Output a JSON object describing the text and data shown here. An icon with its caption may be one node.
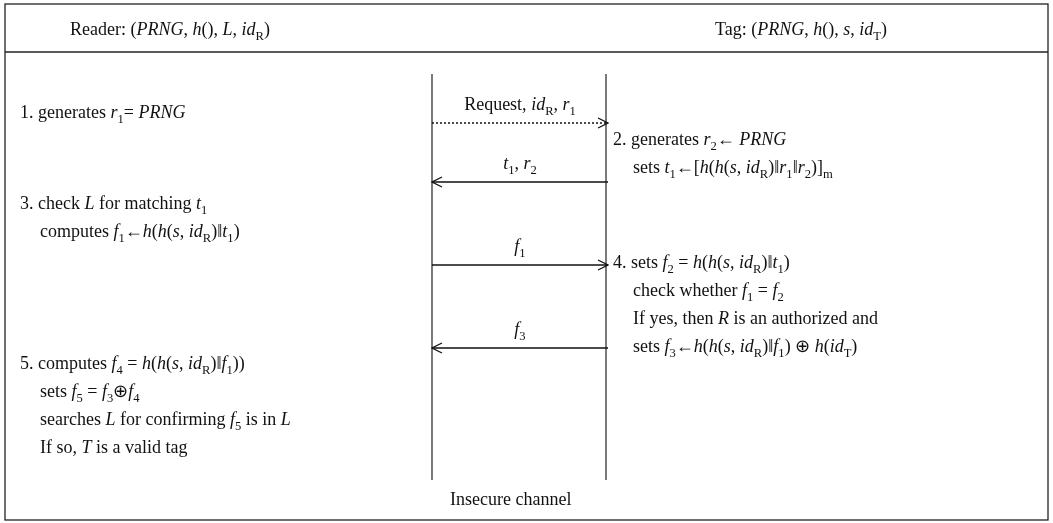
{
  "diagram": {
    "nodes": [
      {
        "text": [
          "1. generates *r*$_{1}$= *PRNG*"
        ]
      },
      {
        "text": [
          "2. generates *r*$_{2}$← *PRNG*",
          "sets *t*$_{1}$←[*h*(*h*(*s*, *id*$_{R}$)‖*r*$_{1}$‖*r*$_{2}$)]$_{m}$"
        ]
      },
      {
        "text": [
          "3. check *L* for matching *t*$_{1}$",
          "computes *f*$_{1}$←*h*(*h*(*s*, *id*$_{R}$)‖*t*$_{1}$)"
        ]
      },
      {
        "text": [
          "4. sets *f*$_{2}$ = *h*(*h*(*s*, *id*$_{R}$)‖*t*$_{1}$)",
          "check whether *f*$_{1}$ = *f*$_{2}$",
          "If yes, then *R* is an authorized and",
          "sets *f*$_{3}$←*h*(*h*(*s*, *id*$_{R}$)‖*f*$_{1}$) ⊕ *h*(*id*$_{T}$)"
        ]
      },
      {
        "text": [
          "5. computes *f*$_{4}$ = *h*(*h*(*s*, *id*$_{R}$)‖*f*$_{1}$))",
          "sets *f*$_{5}$ = *f*$_{3}$⊕*f*$_{4}$",
          "searches *L* for confirming *f*$_{5}$ is in *L*",
          "If so, *T* is a valid tag"
        ]
      }
    ],
    "edges": [
      {
        "from": null,
        "to": 1,
        "arrow": "to",
        "label": "Request, *id*$_{R}$, *r*$_{1}$",
        "style": "dashed"
      },
      {
        "from": 1,
        "to": null,
        "arrow": "to",
        "label": "*t*$_{1}$, *r*$_{2}$"
      },
      {
        "from": null,
        "to": 3,
        "arrow": "to",
        "label": "*f*$_{1}$"
      },
      {
        "from": 3,
        "to": null,
        "arrow": "to",
        "label": "*f*$_{3}$"
      }
    ],
    "labels": [
      "Reader: (*PRNG*, *h*(), *L*, *id*$_{R}$)",
      "Tag: (*PRNG*, *h*(), *s*, *id*$_{T}$)",
      "Insecure channel"
    ]
  }
}
